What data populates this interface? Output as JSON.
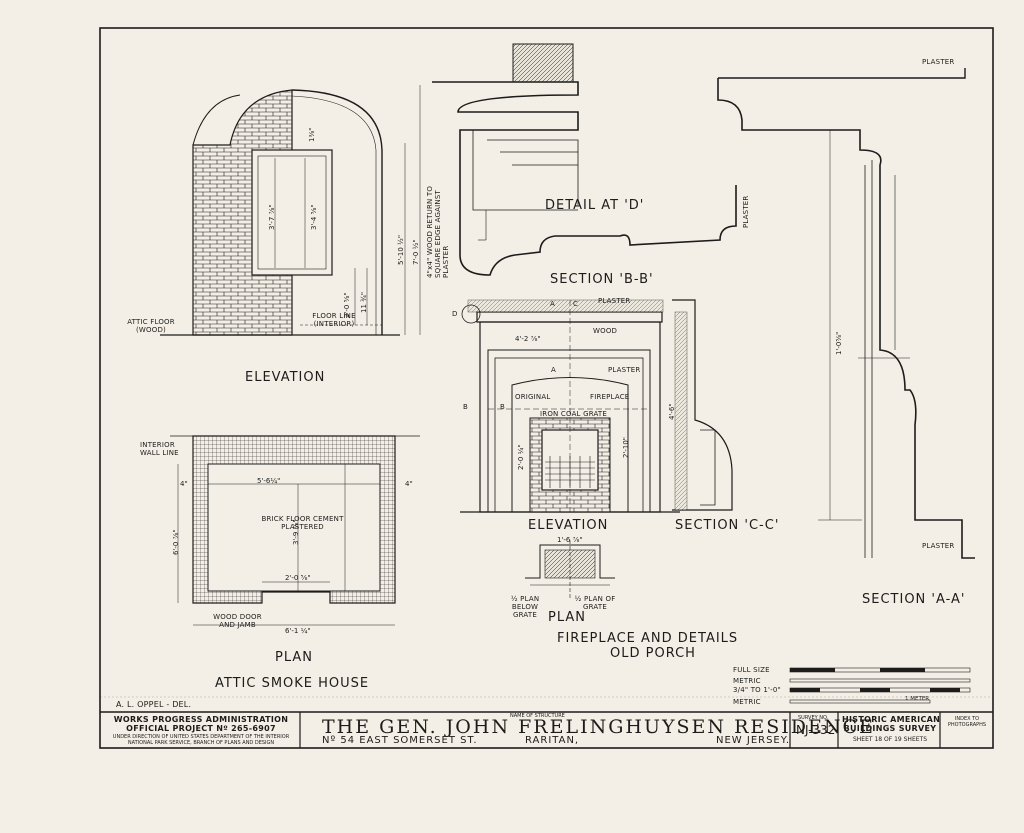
{
  "views": {
    "smoke_elevation": "ELEVATION",
    "smoke_plan": "PLAN",
    "smoke_house": "ATTIC SMOKE HOUSE",
    "detail_d": "DETAIL AT 'D'",
    "section_bb": "SECTION 'B-B'",
    "fp_elevation": "ELEVATION",
    "section_cc": "SECTION 'C-C'",
    "fp_plan": "PLAN",
    "section_aa": "SECTION 'A-A'",
    "fireplace_title_1": "FIREPLACE AND DETAILS",
    "fireplace_title_2": "OLD PORCH"
  },
  "notes": {
    "attic_floor": "ATTIC FLOOR (WOOD)",
    "floor_line": "FLOOR LINE (INTERIOR)",
    "interior_wall": "INTERIOR WALL LINE",
    "brick_floor": "BRICK FLOOR CEMENT PLASTERED",
    "wood_door": "WOOD DOOR AND JAMB",
    "plaster": "PLASTER",
    "wood": "WOOD",
    "original": "ORIGINAL",
    "fireplace": "FIREPLACE",
    "iron_grate": "IRON COAL GRATE",
    "return": "4\"x4\" WOOD RETURN TO SQUARE EDGE AGAINST PLASTER",
    "half_plan_below": "½ PLAN BELOW GRATE",
    "half_plan_of": "½ PLAN OF GRATE",
    "delineator": "A. L. OPPEL - DEL."
  },
  "dims": {
    "d1": "3'-7 ⅞\"",
    "d2": "3'-4 ⅝\"",
    "d3": "5'-10 ½\"",
    "d4": "7'-0 ½\"",
    "d5": "2'-0 ⅝\"",
    "d6": "11 ¾\"",
    "d7": "1⅜\"",
    "d8": "5'-6¼\"",
    "d9": "3'-9 ⅛\"",
    "d10": "6'-0 ⅞\"",
    "d11": "2'-0 ⅝\"",
    "d12": "6'-1 ¼\"",
    "d13": "4\"",
    "d14": "4'-2 ⅞\"",
    "d15": "1'-0⅝\"",
    "d16": "4'-6\"",
    "d17": "2'-10\"",
    "d18": "1'-6 ⅞\"",
    "d19": "2'-0 ¼\""
  },
  "markers": {
    "a": "A",
    "b": "B",
    "c": "C",
    "d": "D"
  },
  "scale": {
    "full_size": "FULL SIZE",
    "metric1": "METRIC",
    "three_quarter": "3/4\" TO 1'-0\"",
    "metric2": "METRIC",
    "meter": "1 METER"
  },
  "title_block": {
    "wpa_line1": "WORKS PROGRESS ADMINISTRATION",
    "wpa_line2": "OFFICIAL PROJECT Nº 265-6907",
    "wpa_line3": "UNDER DIRECTION OF UNITED STATES DEPARTMENT OF THE INTERIOR",
    "wpa_line4": "NATIONAL PARK SERVICE, BRANCH OF PLANS AND DESIGN",
    "name_caption": "NAME OF STRUCTURE",
    "structure_name": "THE GEN. JOHN FRELINGHUYSEN RESIDENCE",
    "address": "Nº 54 EAST SOMERSET ST.",
    "town": "RARITAN,",
    "state": "NEW JERSEY.",
    "survey_caption": "SURVEY NO.",
    "survey_no": "NJ-332",
    "habs1": "HISTORIC AMERICAN",
    "habs2": "BUILDINGS SURVEY",
    "sheet": "SHEET 18 OF 19 SHEETS",
    "index": "INDEX TO PHOTOGRAPHS"
  },
  "colors": {
    "paper": "#f3efe6",
    "ink": "#1d1c1a",
    "brick": "#8d8a84"
  }
}
